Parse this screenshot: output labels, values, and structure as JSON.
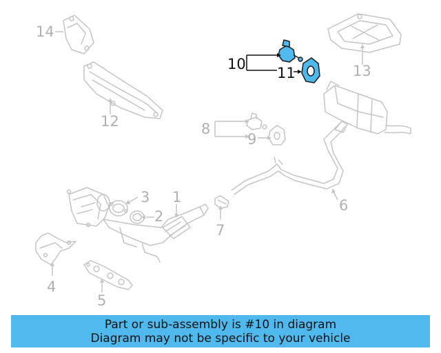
{
  "callouts": {
    "c1": "1",
    "c2": "2",
    "c3": "3",
    "c4": "4",
    "c5": "5",
    "c6": "6",
    "c7": "7",
    "c8": "8",
    "c9": "9",
    "c10": "10",
    "c11": "11",
    "c12": "12",
    "c13": "13",
    "c14": "14"
  },
  "banner": {
    "line1": "Part or sub-assembly is #10 in diagram",
    "line2": "Diagram may not be specific to your vehicle"
  },
  "colors": {
    "highlight": "#4fb9ee",
    "parts_outline": "#c4c4c4",
    "active_label": "#111111",
    "inactive_label": "#b0b0b0"
  }
}
